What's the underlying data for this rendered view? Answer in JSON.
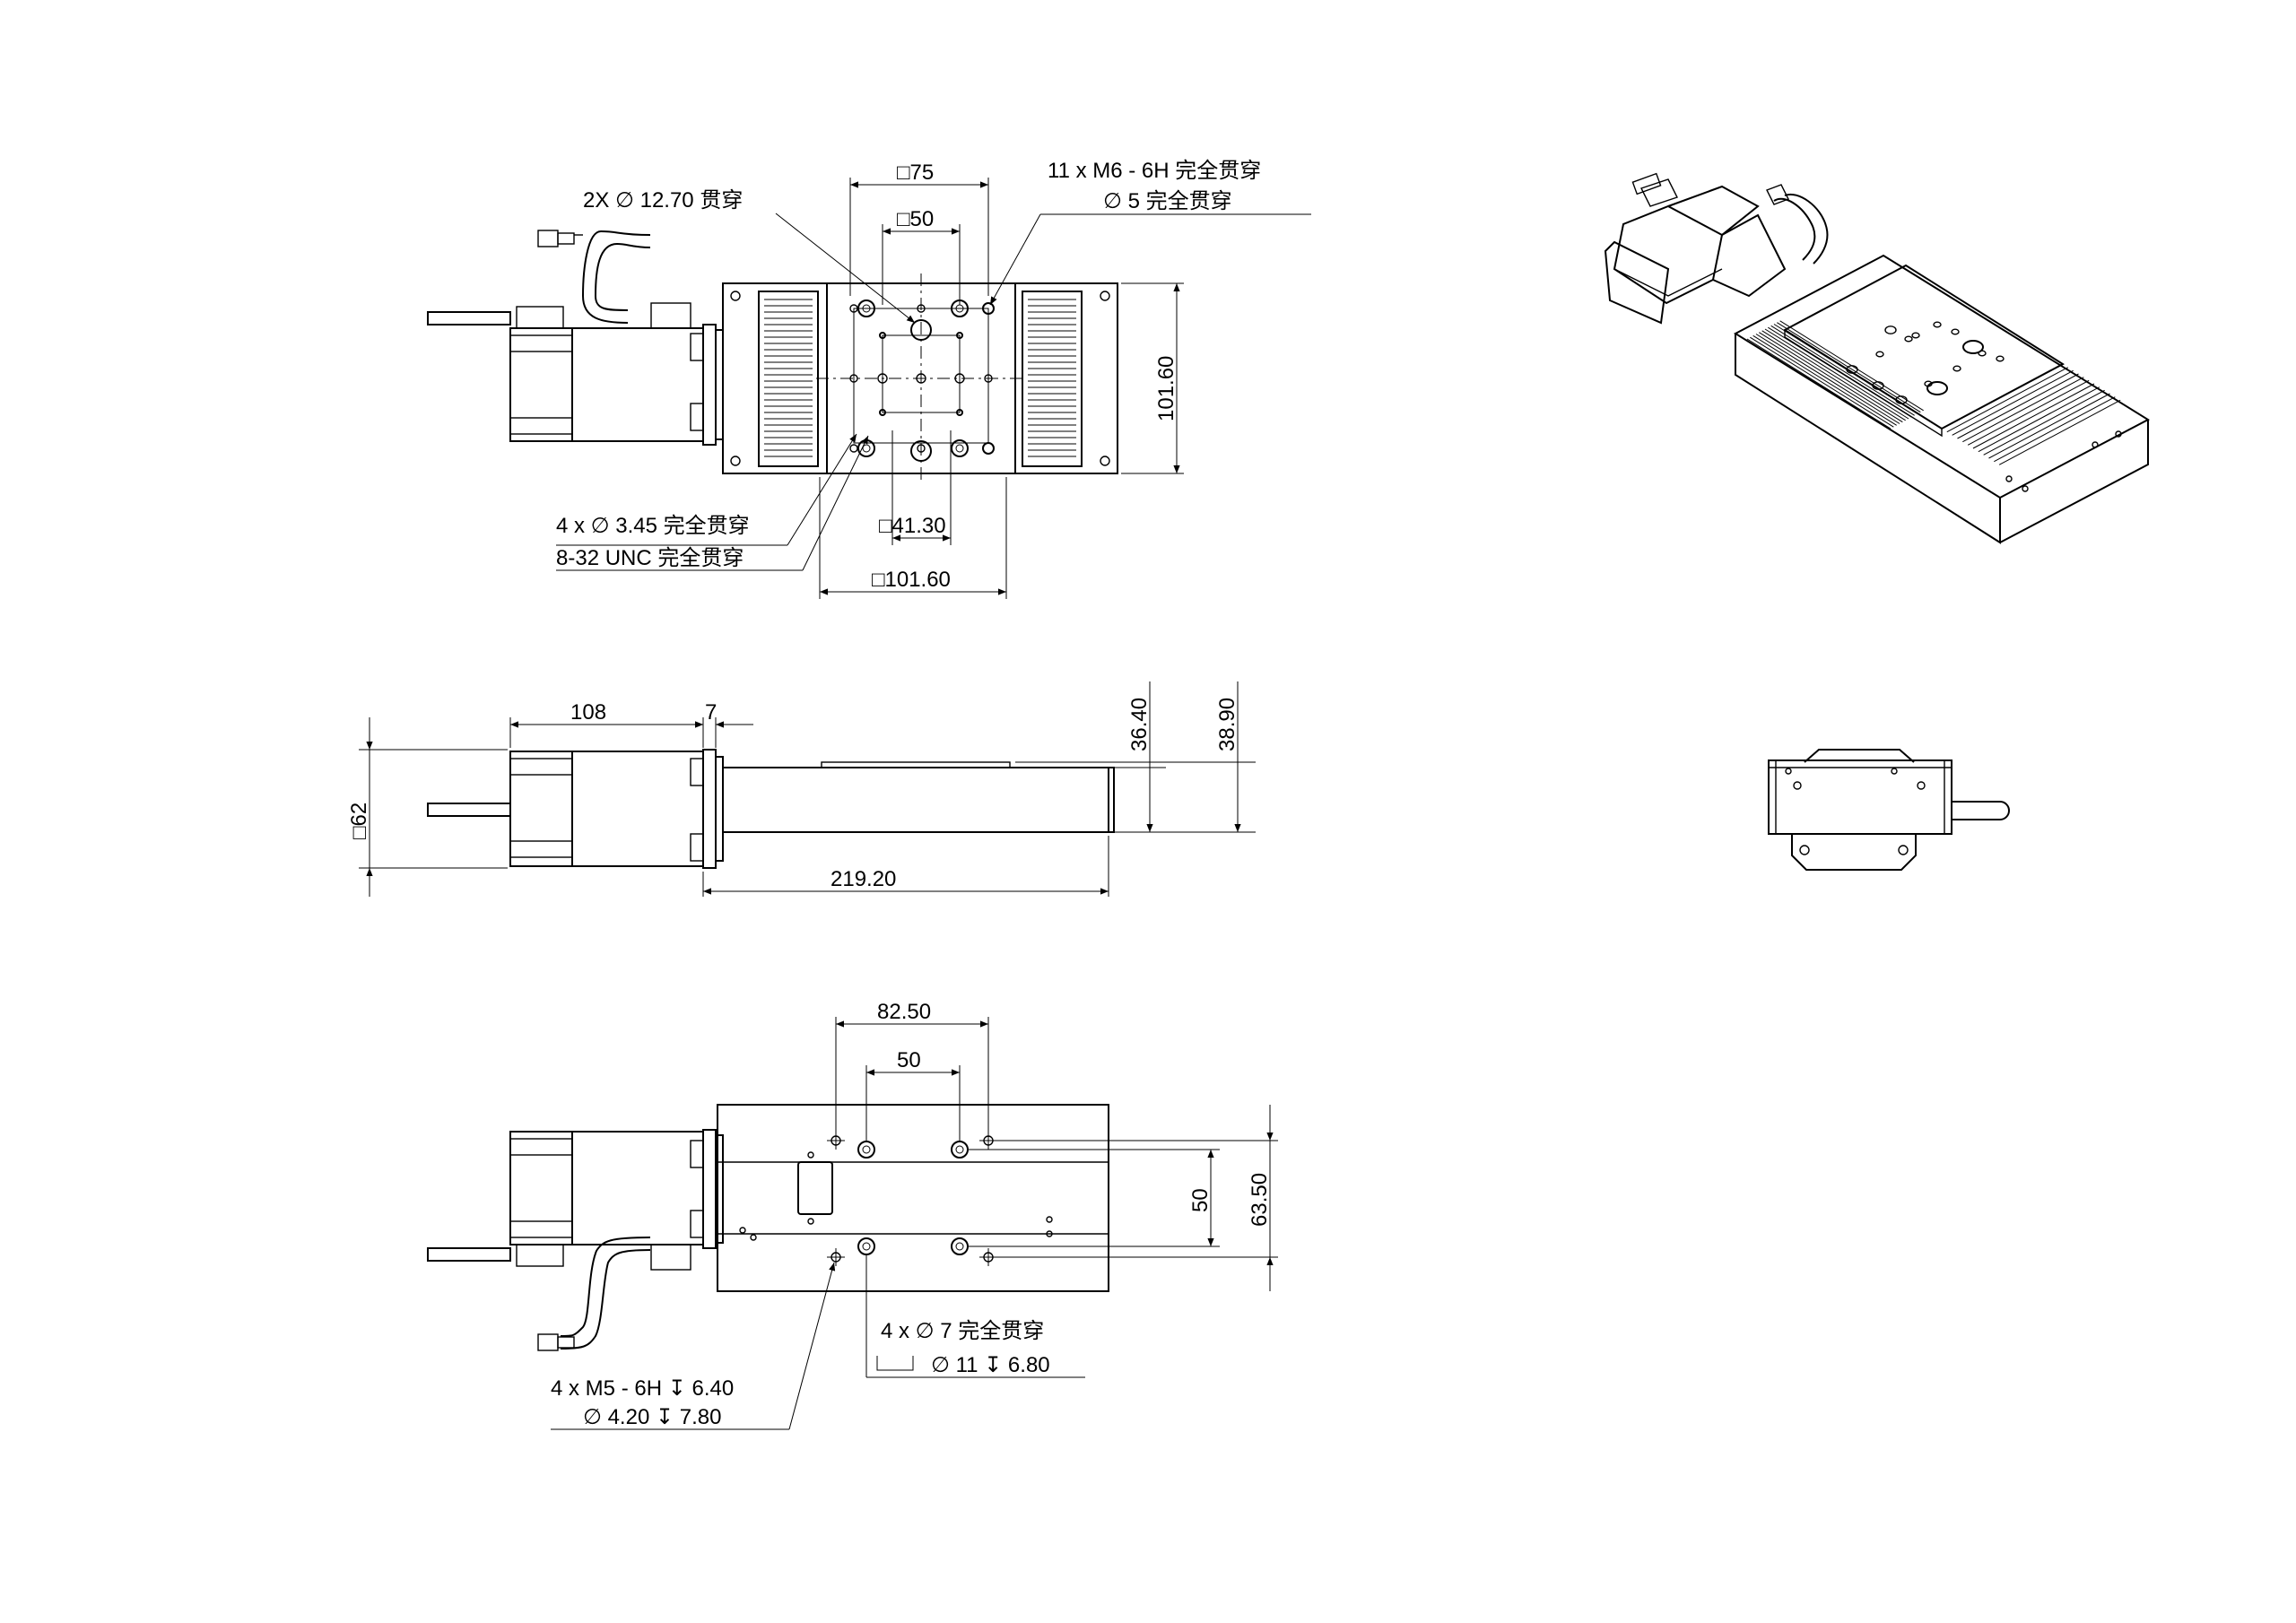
{
  "drawing": {
    "top_view": {
      "callout_through_hole": "2X ∅ 12.70 贯穿",
      "callout_tapped_holes_1": "11 x  M6 - 6H 完全贯穿",
      "callout_tapped_holes_2": "∅ 5 完全贯穿",
      "dim_square_75": "□75",
      "dim_square_50": "□50",
      "dim_height": "101.60",
      "callout_small_holes_1": "4 x  ∅  3.45 完全贯穿",
      "callout_small_holes_2": "8-32 UNC  完全贯穿",
      "dim_square_41": "□41.30",
      "dim_square_101": "□101.60"
    },
    "side_view": {
      "dim_motor_length": "108",
      "dim_flange": "7",
      "dim_h1": "36.40",
      "dim_h2": "38.90",
      "dim_motor_square": "□62",
      "dim_base_length": "219.20"
    },
    "bottom_view": {
      "dim_82": "82.50",
      "dim_50_h": "50",
      "dim_50_v": "50",
      "dim_63": "63.50",
      "callout_counterbore_1": "4 x  ∅  7 完全贯穿",
      "callout_counterbore_2": "∅  11  ↧ 6.80",
      "callout_m5_1": "4 x  M5 - 6H  ↧  6.40",
      "callout_m5_2": "∅  4.20  ↧  7.80"
    }
  }
}
